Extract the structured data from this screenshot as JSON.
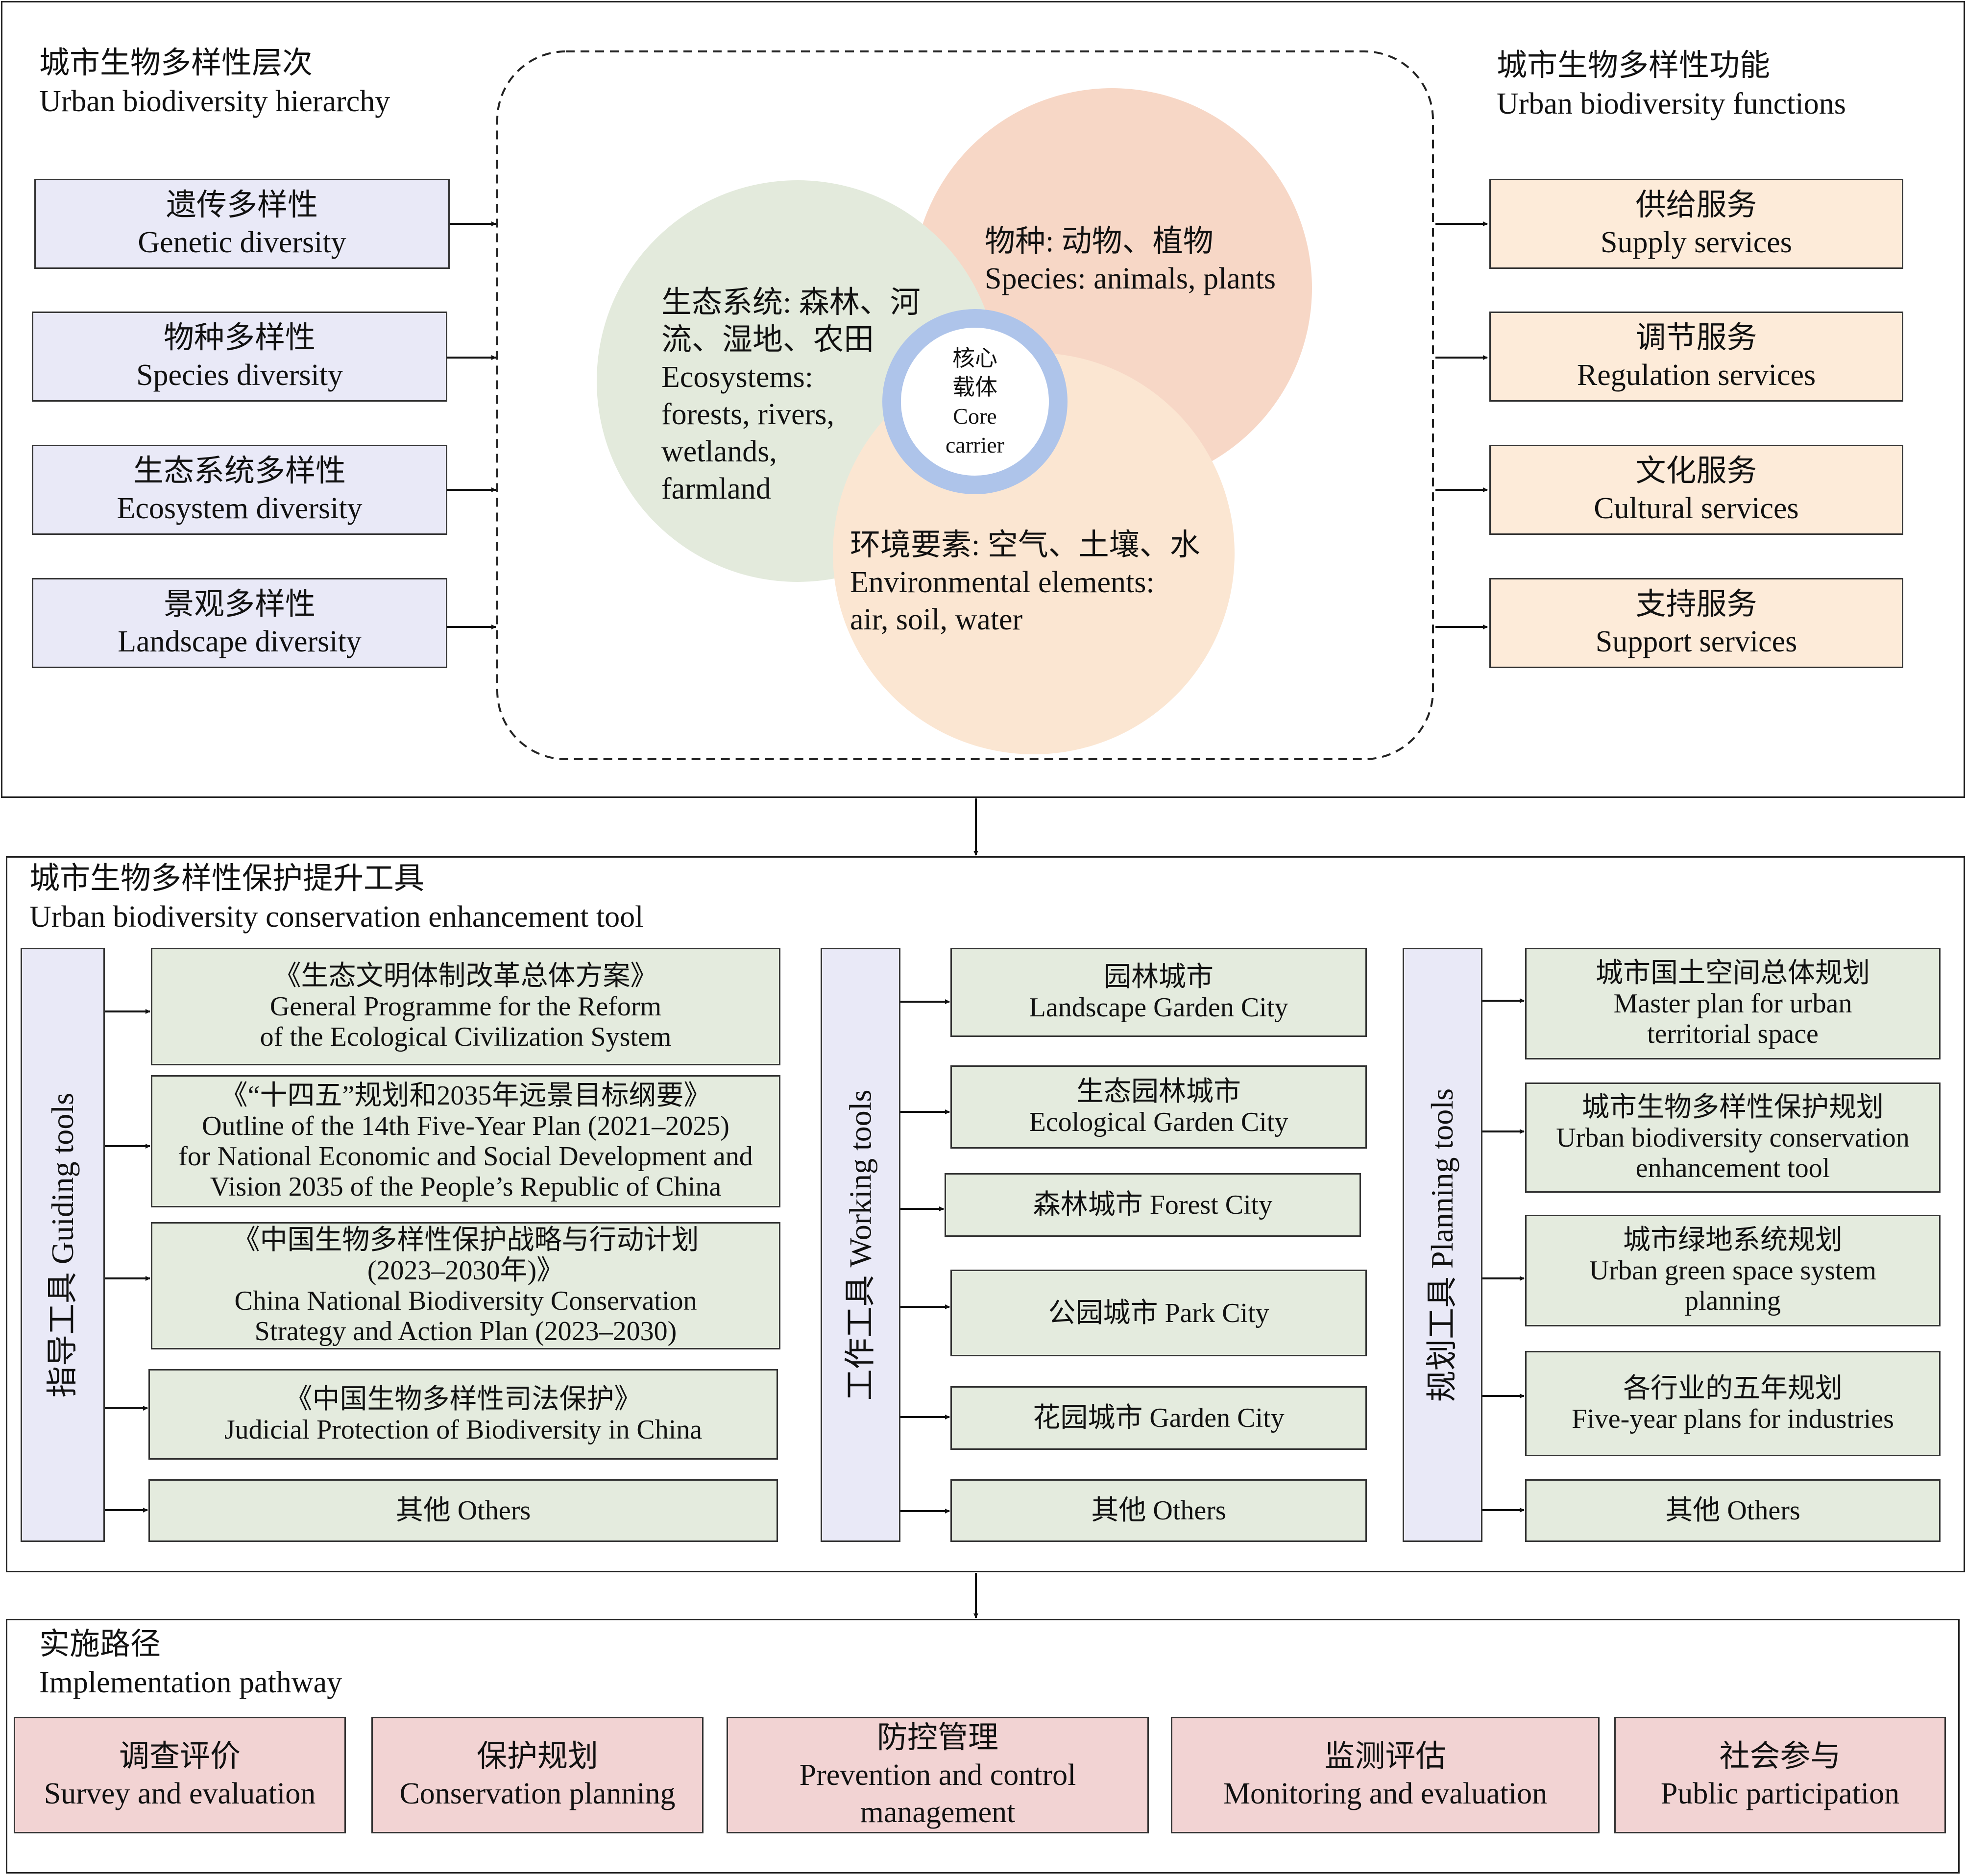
{
  "hierarchy": {
    "title_cn": "城市生物多样性层次",
    "title_en": "Urban biodiversity hierarchy",
    "items": [
      {
        "cn": "遗传多样性",
        "en": "Genetic diversity"
      },
      {
        "cn": "物种多样性",
        "en": "Species diversity"
      },
      {
        "cn": "生态系统多样性",
        "en": "Ecosystem diversity"
      },
      {
        "cn": "景观多样性",
        "en": "Landscape diversity"
      }
    ]
  },
  "functions": {
    "title_cn": "城市生物多样性功能",
    "title_en": "Urban biodiversity functions",
    "items": [
      {
        "cn": "供给服务",
        "en": "Supply services"
      },
      {
        "cn": "调节服务",
        "en": "Regulation services"
      },
      {
        "cn": "文化服务",
        "en": "Cultural services"
      },
      {
        "cn": "支持服务",
        "en": "Support services"
      }
    ]
  },
  "venn": {
    "ecosystems": [
      "生态系统: 森林、河",
      "流、湿地、农田",
      "Ecosystems:",
      "forests, rivers,",
      "wetlands,",
      "farmland"
    ],
    "species": [
      "物种: 动物、植物",
      "Species: animals, plants"
    ],
    "environment": [
      "环境要素: 空气、土壤、水",
      "Environmental elements:",
      "air, soil, water"
    ],
    "core": [
      "核心",
      "载体",
      "Core",
      "carrier"
    ],
    "colors": {
      "ecosystems": "#e3eadc",
      "species": "#f7d7c6",
      "environment": "#fbe6d2",
      "core_ring": "#aec4ea"
    }
  },
  "tools": {
    "title_cn": "城市生物多样性保护提升工具",
    "title_en": "Urban biodiversity conservation enhancement tool",
    "guiding": {
      "label": "指导工具 Guiding tools",
      "items": [
        [
          "《生态文明体制改革总体方案》",
          "General Programme for the Reform",
          "of the Ecological Civilization System"
        ],
        [
          "《“十四五”规划和2035年远景目标纲要》",
          "Outline of the 14th Five-Year Plan (2021–2025)",
          "for National Economic and Social Development and",
          "Vision 2035 of the People’s Republic of China"
        ],
        [
          "《中国生物多样性保护战略与行动计划",
          "(2023–2030年)》",
          "China National Biodiversity Conservation",
          "Strategy and Action Plan (2023–2030)"
        ],
        [
          "《中国生物多样性司法保护》",
          "Judicial Protection of Biodiversity in China"
        ],
        [
          "其他 Others"
        ]
      ]
    },
    "working": {
      "label": "工作工具 Working tools",
      "items": [
        [
          "园林城市",
          "Landscape Garden City"
        ],
        [
          "生态园林城市",
          "Ecological Garden City"
        ],
        [
          "森林城市 Forest City"
        ],
        [
          "公园城市 Park City"
        ],
        [
          "花园城市 Garden City"
        ],
        [
          "其他 Others"
        ]
      ]
    },
    "planning": {
      "label": "规划工具 Planning tools",
      "items": [
        [
          "城市国土空间总体规划",
          "Master plan for urban",
          "territorial space"
        ],
        [
          "城市生物多样性保护规划",
          "Urban biodiversity conservation",
          "enhancement tool"
        ],
        [
          "城市绿地系统规划",
          "Urban green space system",
          "planning"
        ],
        [
          "各行业的五年规划",
          "Five-year plans for industries"
        ],
        [
          "其他 Others"
        ]
      ]
    }
  },
  "pathway": {
    "title_cn": "实施路径",
    "title_en": "Implementation pathway",
    "items": [
      [
        "调查评价",
        "Survey and evaluation"
      ],
      [
        "保护规划",
        "Conservation planning"
      ],
      [
        "防控管理",
        "Prevention and control",
        "management"
      ],
      [
        "监测评估",
        "Monitoring and evaluation"
      ],
      [
        "社会参与",
        "Public participation"
      ]
    ]
  }
}
